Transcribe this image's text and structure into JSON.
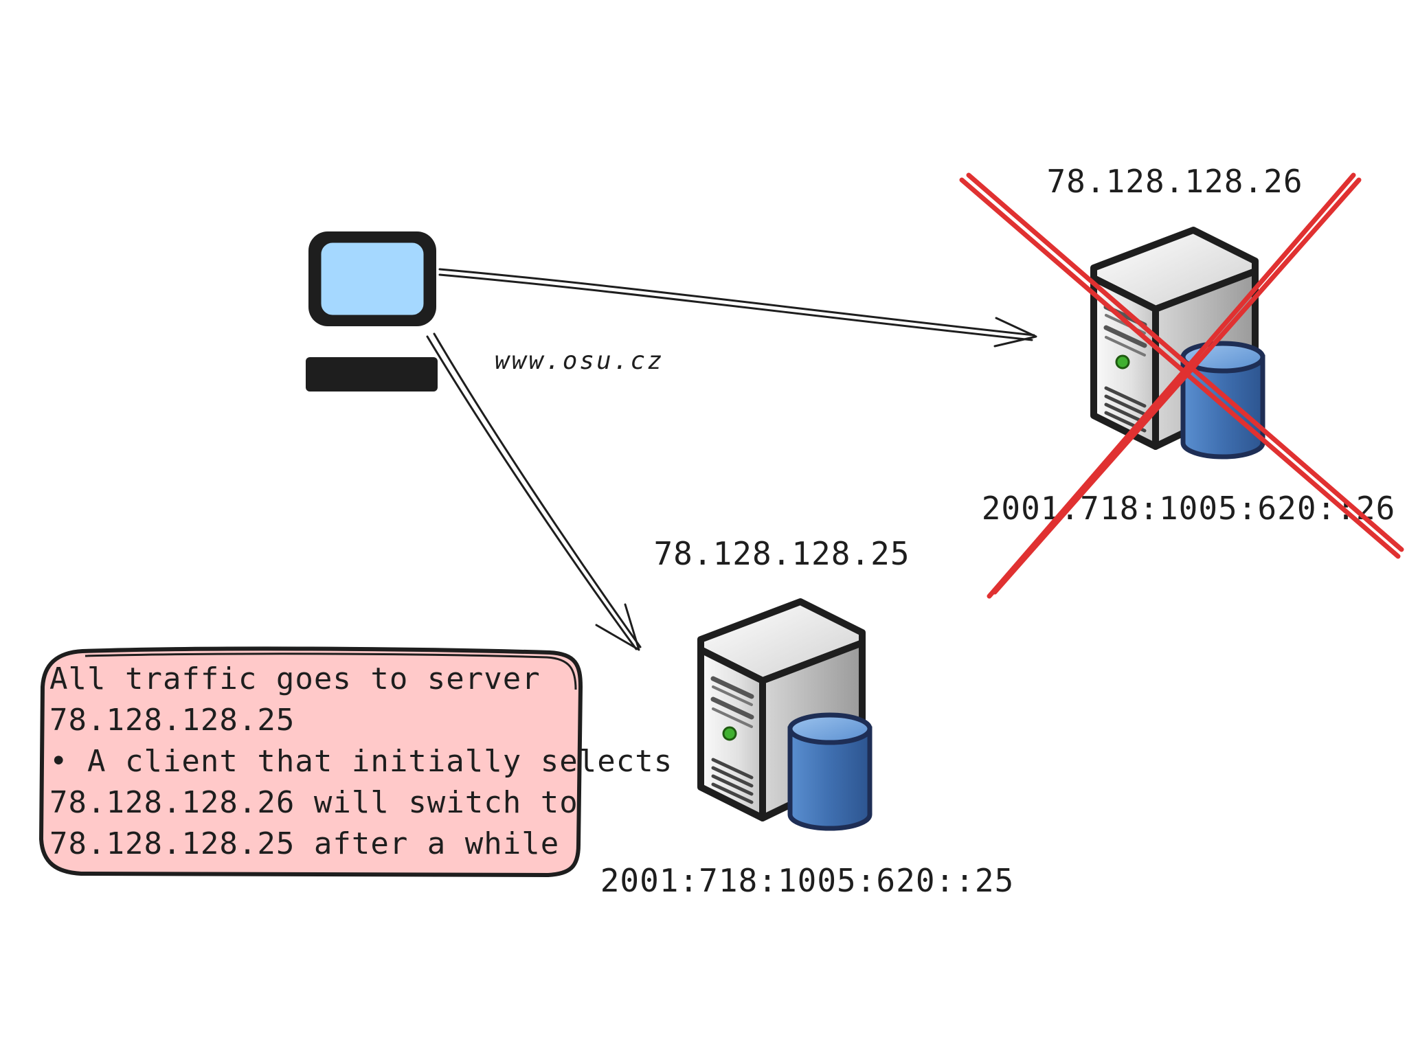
{
  "client": {
    "domain_label": "www.osu.cz"
  },
  "servers": [
    {
      "id": "server-25",
      "ipv4": "78.128.128.25",
      "ipv6": "2001:718:1005:620::25",
      "status": "up"
    },
    {
      "id": "server-26",
      "ipv4": "78.128.128.26",
      "ipv6": "2001:718:1005:620::26",
      "status": "down"
    }
  ],
  "note": {
    "lines": [
      "All traffic goes to server",
      "78.128.128.25",
      "• A client that initially selects",
      "78.128.128.26 will switch to",
      "78.128.128.25 after a while"
    ]
  },
  "colors": {
    "stroke": "#1e1e1e",
    "screen": "#a5d8ff",
    "note_fill": "#ffc9c9",
    "cross": "#e03131",
    "db_blue": "#3f6fb0"
  },
  "icons": [
    "computer-icon",
    "server-icon",
    "database-icon",
    "cross-icon",
    "arrow-icon"
  ]
}
